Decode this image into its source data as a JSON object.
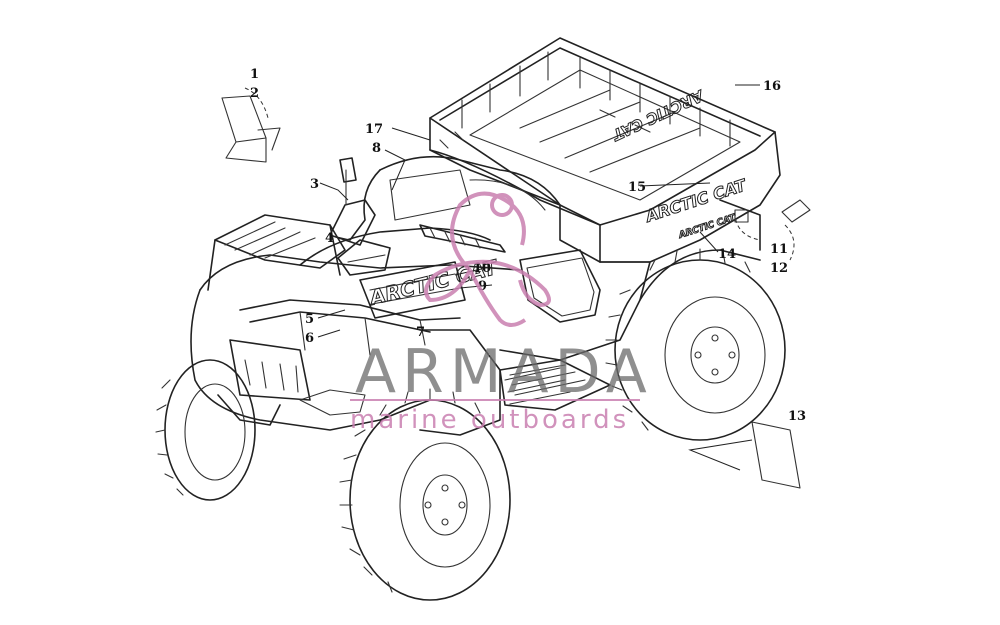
{
  "callouts": {
    "c1": "1",
    "c2": "2",
    "c3": "3",
    "c4": "4",
    "c5": "5",
    "c6": "6",
    "c7": "7",
    "c8": "8",
    "c9": "9",
    "c10": "10",
    "c11": "11",
    "c12": "12",
    "c13": "13",
    "c14": "14",
    "c15": "15",
    "c16": "16",
    "c17": "17"
  },
  "decals": {
    "front_panel": "ARCTIC CAT",
    "rear_side": "ARCTIC CAT",
    "cargo_wall": "ARCTIC CAT",
    "cargo_tag": "ARCTIC CAT"
  },
  "watermark": {
    "title": "ARMADA",
    "subtitle": "marine outboards",
    "logo_color": "#c97fb0"
  }
}
